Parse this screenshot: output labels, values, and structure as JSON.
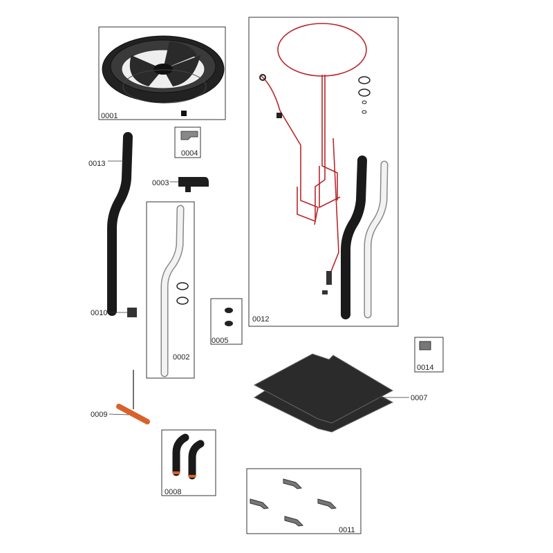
{
  "diagram": {
    "parts": [
      {
        "id": "0001",
        "label": "0001",
        "name": "fan"
      },
      {
        "id": "0002",
        "label": "0002",
        "name": "white-pipe-kit"
      },
      {
        "id": "0003",
        "label": "0003",
        "name": "bracket"
      },
      {
        "id": "0004",
        "label": "0004",
        "name": "clip"
      },
      {
        "id": "0005",
        "label": "0005",
        "name": "grommets"
      },
      {
        "id": "0007",
        "label": "0007",
        "name": "mats"
      },
      {
        "id": "0008",
        "label": "0008",
        "name": "hose-elbows"
      },
      {
        "id": "0009",
        "label": "0009",
        "name": "heater-rod"
      },
      {
        "id": "0010",
        "label": "0010",
        "name": "connector"
      },
      {
        "id": "0011",
        "label": "0011",
        "name": "clamps"
      },
      {
        "id": "0012",
        "label": "0012",
        "name": "pipe-and-wire-kit"
      },
      {
        "id": "0013",
        "label": "0013",
        "name": "black-pipe"
      },
      {
        "id": "0014",
        "label": "0014",
        "name": "holder"
      }
    ],
    "colors": {
      "line": "#333333",
      "part_black": "#1a1a1a",
      "wire_red": "#b8262a",
      "rod_orange": "#d9622b"
    }
  }
}
